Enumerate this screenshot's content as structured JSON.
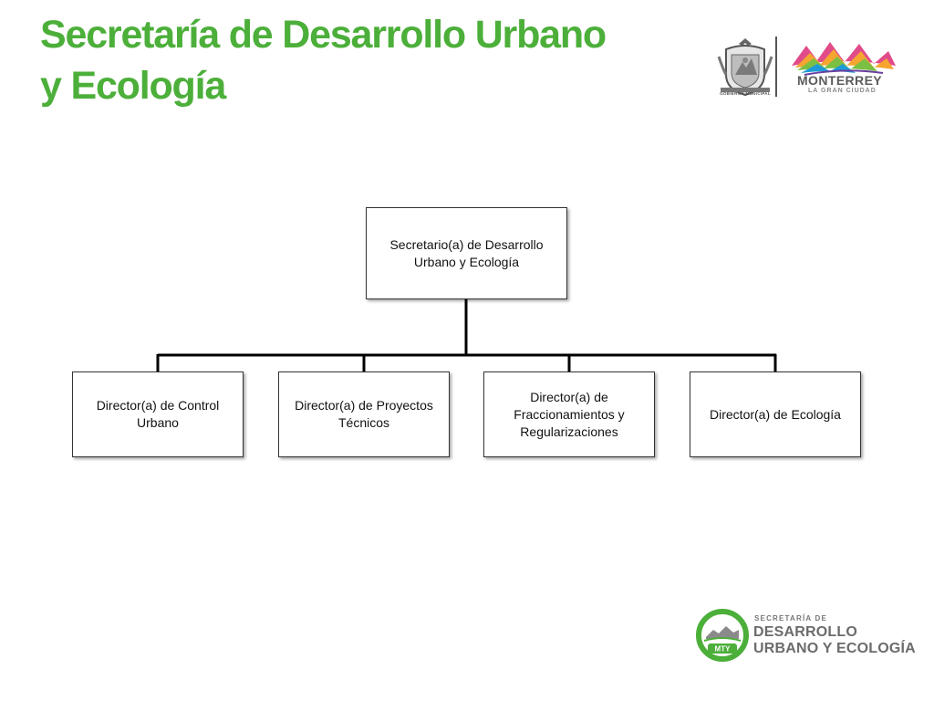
{
  "slide": {
    "title_line1": "Secretaría de Desarrollo Urbano",
    "title_line2": "y Ecología"
  },
  "header_logos": {
    "government_caption": "GOBIERNO MUNICIPAL",
    "city_name": "MONTERREY",
    "city_tagline": "LA GRAN CIUDAD"
  },
  "org_chart": {
    "root": {
      "label": "Secretario(a) de Desarrollo Urbano y Ecología"
    },
    "children": [
      {
        "label": "Director(a) de Control Urbano"
      },
      {
        "label": "Director(a) de Proyectos Técnicos"
      },
      {
        "label": "Director(a) de Fraccionamientos y Regularizaciones"
      },
      {
        "label": "Director(a) de Ecología"
      }
    ]
  },
  "footer_logo": {
    "emblem_text": "MTY",
    "small_line": "SECRETARÍA DE",
    "line1": "DESARROLLO",
    "line2": "URBANO Y ECOLOGÍA"
  },
  "colors": {
    "title_green": "#4caf3a",
    "logo_gray": "#6b6b6b",
    "connector": "#000000"
  }
}
